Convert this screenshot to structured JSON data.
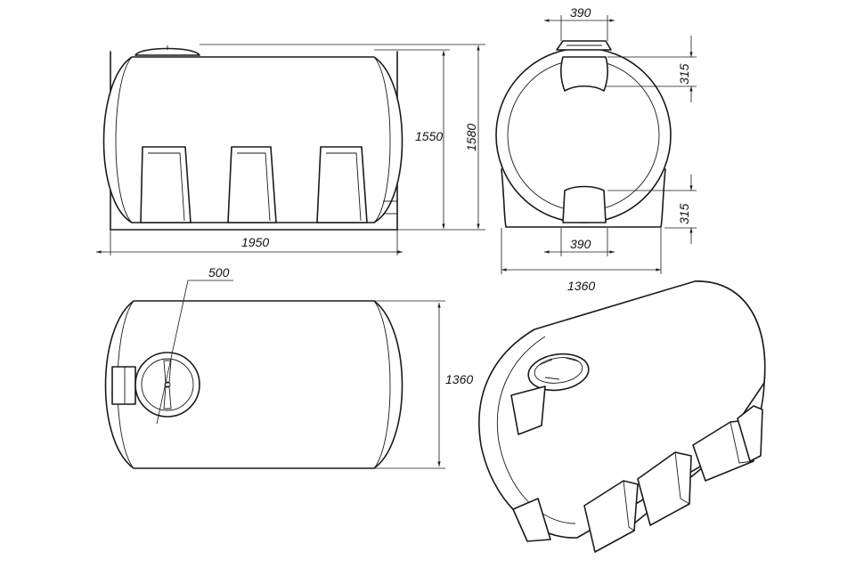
{
  "dimensions": {
    "side_length": "1950",
    "side_height_inner": "1550",
    "side_height_total": "1580",
    "end_width": "1360",
    "top_opening_width": "390",
    "top_saddle_height": "315",
    "bottom_saddle_height": "315",
    "bottom_saddle_width": "390",
    "hatch_diameter": "500",
    "plan_width": "1360"
  },
  "views": [
    "side-view",
    "end-view",
    "top-view",
    "isometric-view"
  ]
}
